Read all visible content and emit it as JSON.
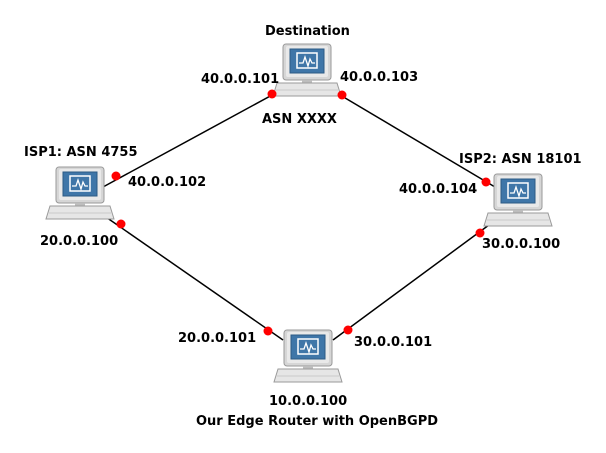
{
  "colors": {
    "link": "#000000",
    "port": "#ff0000",
    "monitor_frame": "#c8c8c8",
    "screen": "#3f76a8",
    "background": "#ffffff"
  },
  "nodes": {
    "destination": {
      "icon": "computer-icon",
      "title": "Destination",
      "subtitle": "ASN XXXX"
    },
    "isp1": {
      "icon": "computer-icon",
      "title": "ISP1: ASN 4755",
      "address": "20.0.0.100"
    },
    "isp2": {
      "icon": "computer-icon",
      "title": "ISP2: ASN 18101",
      "address": "30.0.0.100"
    },
    "edge": {
      "icon": "computer-icon",
      "address": "10.0.0.100",
      "title": "Our Edge Router with OpenBGPD"
    }
  },
  "interfaces": {
    "dest_isp1": "40.0.0.101",
    "dest_isp2": "40.0.0.103",
    "isp1_dest": "40.0.0.102",
    "isp2_dest": "40.0.0.104",
    "edge_isp1": "20.0.0.101",
    "edge_isp2": "30.0.0.101"
  }
}
